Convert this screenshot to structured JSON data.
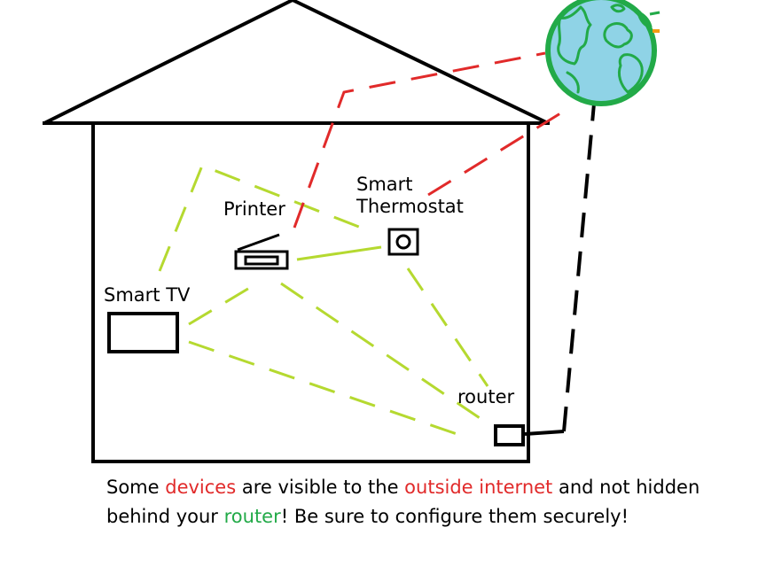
{
  "labels": {
    "printer": "Printer",
    "smart_tv": "Smart TV",
    "thermostat_line1": "Smart",
    "thermostat_line2": "Thermostat",
    "router": "router"
  },
  "caption": {
    "part1": "Some ",
    "part2": "devices",
    "part3": " are visible to the ",
    "part4": "outside internet",
    "part5": " and not hidden behind your ",
    "part6": "router",
    "part7": "! Be sure to configure them securely!"
  },
  "colors": {
    "exposed_link": "#e12a2a",
    "local_link": "#b5d930",
    "router_uplink": "#000000",
    "globe_ocean": "#8fd3e6",
    "globe_land_outline": "#22aa48",
    "caption_red": "#e12a2a",
    "caption_green": "#22aa48"
  },
  "icons": {
    "globe": "globe-icon",
    "printer": "printer-icon",
    "tv": "tv-icon",
    "thermostat": "thermostat-icon",
    "router": "router-icon"
  }
}
